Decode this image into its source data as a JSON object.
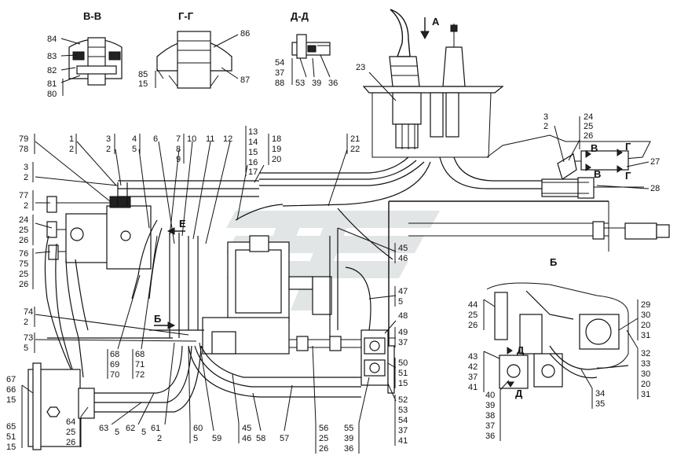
{
  "sections": [
    "В-В",
    "Г-Г",
    "Д-Д"
  ],
  "views": {
    "A": "А",
    "B": "Б",
    "V": "В",
    "G": "Г",
    "D": "Д",
    "E": "Е"
  },
  "labels": {
    "s84": "84",
    "s83": "83",
    "s82": "82",
    "s81": "81",
    "s80": "80",
    "s86": "86",
    "s85": "85",
    "s15a": "15",
    "s87": "87",
    "s54": "54",
    "s37": "37",
    "s88": "88",
    "s53": "53",
    "s39": "39",
    "s36": "36",
    "n23": "23",
    "n79": "79",
    "n78": "78",
    "n1": "1",
    "n2a": "2",
    "n3a": "3",
    "n2b": "2",
    "n4": "4",
    "n5a": "5",
    "n6": "6",
    "n7": "7",
    "n8": "8",
    "n9": "9",
    "n10": "10",
    "n11": "11",
    "n12": "12",
    "n13": "13",
    "n14": "14",
    "n15a": "15",
    "n16": "16",
    "n17": "17",
    "n18": "18",
    "n19": "19",
    "n20a": "20",
    "n21": "21",
    "n22": "22",
    "n3b": "3",
    "n2c": "2",
    "n24a": "24",
    "n25a": "25",
    "n26a": "26",
    "n27": "27",
    "n28": "28",
    "n3c": "3",
    "n2d": "2",
    "n77": "77",
    "n2e": "2",
    "n24b": "24",
    "n25b": "25",
    "n26b": "26",
    "n76": "76",
    "n75": "75",
    "n25c": "25",
    "n26c": "26",
    "n45a": "45",
    "n46a": "46",
    "n47": "47",
    "n5b": "5",
    "n74": "74",
    "n2f": "2",
    "n73": "73",
    "n5c": "5",
    "n48": "48",
    "n49": "49",
    "n37a": "37",
    "n50": "50",
    "n51a": "51",
    "n15b": "15",
    "n52": "52",
    "n53a": "53",
    "n54a": "54",
    "n37b": "37",
    "n41a": "41",
    "n68a": "68",
    "n69": "69",
    "n70": "70",
    "n68b": "68",
    "n71": "71",
    "n72": "72",
    "n67": "67",
    "n66": "66",
    "n15c": "15",
    "n65": "65",
    "n51b": "51",
    "n15d": "15",
    "n64": "64",
    "n25d": "25",
    "n26d": "26",
    "n63": "63",
    "n5d": "5",
    "n62": "62",
    "n5e": "5",
    "n61": "61",
    "n2g": "2",
    "n60": "60",
    "n5f": "5",
    "n59": "59",
    "n45b": "45",
    "n46b": "46",
    "n58": "58",
    "n57": "57",
    "n56": "56",
    "n25e": "25",
    "n26e": "26",
    "n55": "55",
    "n39a": "39",
    "n36a": "36",
    "n44": "44",
    "n25f": "25",
    "n26f": "26",
    "n43": "43",
    "n42": "42",
    "n37c": "37",
    "n41b": "41",
    "n40": "40",
    "n39b": "39",
    "n38": "38",
    "n37d": "37",
    "n36b": "36",
    "n29": "29",
    "n30a": "30",
    "n20b": "20",
    "n31a": "31",
    "n32": "32",
    "n33": "33",
    "n30b": "30",
    "n20c": "20",
    "n31b": "31",
    "n34": "34",
    "n35": "35"
  }
}
